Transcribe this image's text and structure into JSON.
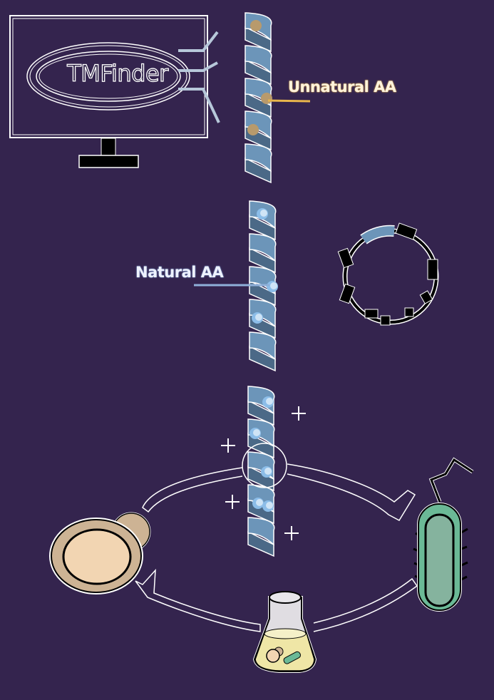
{
  "software": {
    "title": "TMFinder"
  },
  "labels": {
    "unnatural_aa": "Unnatural AA",
    "natural_aa": "Natural AA"
  },
  "colors": {
    "background": "#34244e",
    "helix_front": "#6c95b9",
    "helix_back": "#4b6987",
    "unnatural_aa": "#b89a6c",
    "natural_aa": "#8cbde8",
    "yeast": "#f2d5b2",
    "bacterium": "#7fb29a",
    "flask_medium": "#efe6a6",
    "plasmid_marker": "#6c95b9"
  },
  "icons": [
    "computer-monitor-icon",
    "helix-icon",
    "plasmid-icon",
    "yeast-cell-icon",
    "bacterium-icon",
    "culture-flask-icon",
    "plus-icon"
  ]
}
